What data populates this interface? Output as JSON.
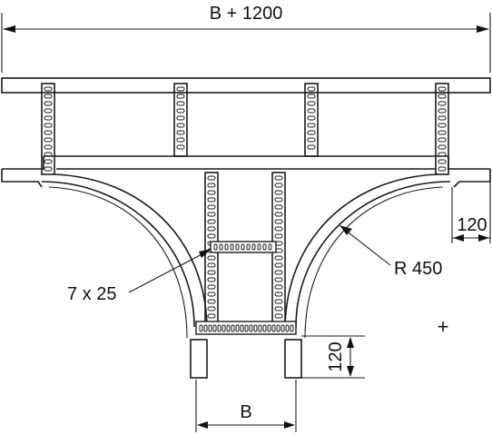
{
  "drawing": {
    "dim_overall_width": "B + 1200",
    "dim_side_offset": "120",
    "dim_radius": "R 450",
    "dim_slot": "7 x 25",
    "dim_leg_height": "120",
    "dim_branch_width": "B",
    "center_mark": "+"
  },
  "colors": {
    "line": "#1a1a1a",
    "background": "#ffffff"
  }
}
